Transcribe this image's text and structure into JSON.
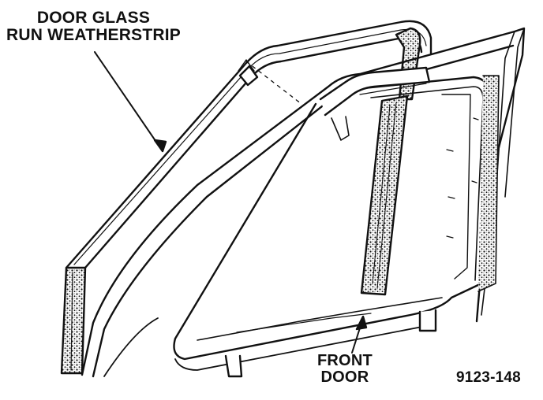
{
  "labels": {
    "weatherstrip_line1": "DOOR GLASS",
    "weatherstrip_line2": "RUN WEATHERSTRIP",
    "front_door_line1": "FRONT",
    "front_door_line2": "DOOR",
    "figure_number": "9123-148"
  },
  "colors": {
    "ink": "#111111",
    "background": "#ffffff"
  }
}
